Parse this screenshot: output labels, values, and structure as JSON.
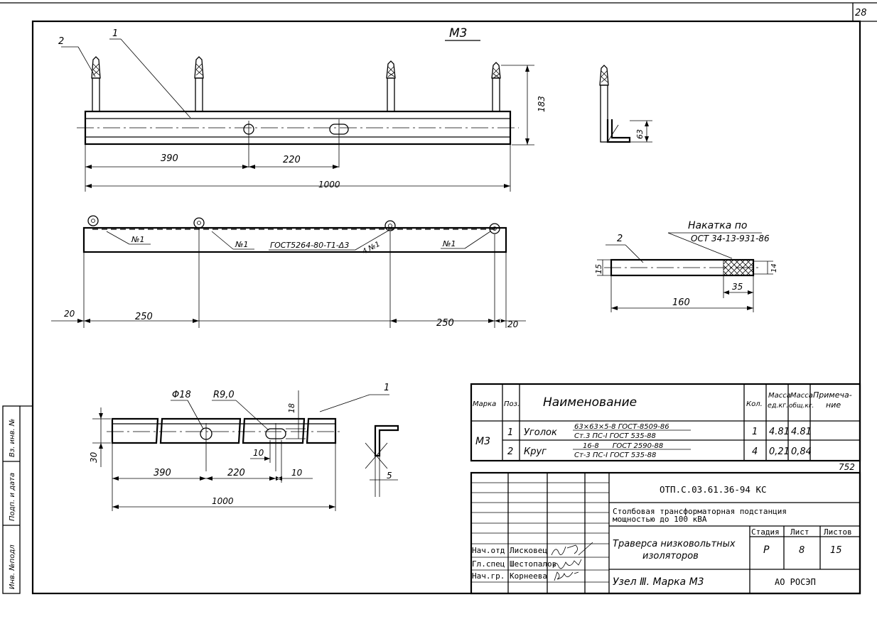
{
  "sheet_number": "28",
  "mark_title": "М3",
  "part_numbers": {
    "p1": "1",
    "p2": "2"
  },
  "top_view_dims": {
    "d390": "390",
    "d220": "220",
    "d1000": "1000",
    "d183": "183",
    "d63": "63"
  },
  "front_view": {
    "weld_label": "№1",
    "weld_standard": "ГОСТ5264-80-Т1-Δ3",
    "weld_count": "4 №1",
    "d20": "20",
    "d250": "250"
  },
  "pin_detail": {
    "knurl_note_1": "Накатка по",
    "knurl_note_2": "ОСТ 34-13-931-86",
    "d15": "15",
    "d14": "14",
    "d35": "35",
    "d160": "160"
  },
  "angle_detail": {
    "phi18": "Φ18",
    "r9": "R9,0",
    "d18": "18",
    "d30": "30",
    "d390": "390",
    "d220": "220",
    "d10a": "10",
    "d10b": "10",
    "d1000": "1000",
    "d5": "5"
  },
  "bom": {
    "headers": {
      "mark": "Марка",
      "pos": "Поз.",
      "name": "Наименование",
      "qty": "Кол.",
      "mass_unit_1": "Масса",
      "mass_unit_2": "ед.кг.",
      "mass_total_1": "Масса",
      "mass_total_2": "общ.кг.",
      "note_1": "Примеча-",
      "note_2": "ние"
    },
    "mark_value": "М3",
    "rows": [
      {
        "pos": "1",
        "name": "Уголок",
        "spec_top": "63×63×5-8 ГОСТ-8509-86",
        "spec_bottom": "Ст.3 ПС-I ГОСТ 535-88",
        "qty": "1",
        "mass_unit": "4.81",
        "mass_total": "4.81"
      },
      {
        "pos": "2",
        "name": "Круг",
        "spec_top": "16-8      ГОСТ 2590-88",
        "spec_bottom": "Ст-3 ПС-I ГОСТ 535-88",
        "qty": "4",
        "mass_unit": "0,21",
        "mass_total": "0,84"
      }
    ]
  },
  "title_block": {
    "doc_number": "752",
    "code": "ОТП.С.03.61.36-94 КС",
    "project_line1": "Столбовая трансформаторная подстанция",
    "project_line2": "мощностью до 100 кВА",
    "drawing_title_1": "Траверса низковольтных",
    "drawing_title_2": "изоляторов",
    "node": "Узел Ⅲ. Марка М3",
    "stage_label": "Стадия",
    "sheet_label": "Лист",
    "sheets_label": "Листов",
    "stage": "Р",
    "sheet": "8",
    "sheets": "15",
    "org": "АО РОСЭП",
    "signers": [
      {
        "role": "Нач.отд",
        "name": "Лисковец"
      },
      {
        "role": "Гл.спец",
        "name": "Шестопалов"
      },
      {
        "role": "Нач.гр.",
        "name": "Корнеева"
      }
    ]
  },
  "side_stamp": [
    {
      "label": "Инв. №подл"
    },
    {
      "label": "Подп. и дата"
    },
    {
      "label": "Вз. инв. №"
    }
  ]
}
